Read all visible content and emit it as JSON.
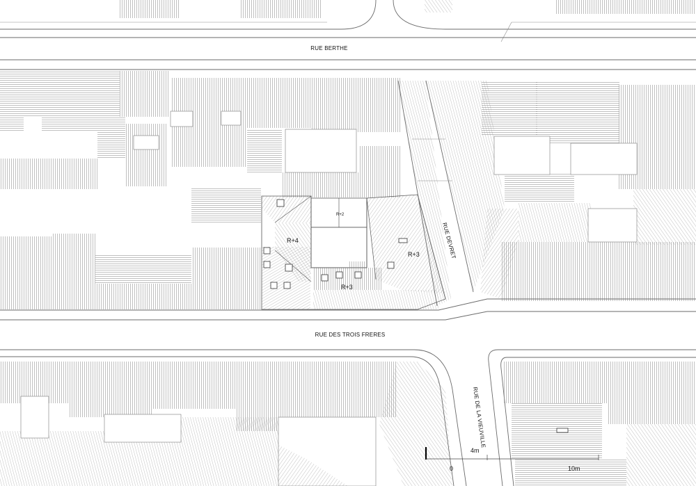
{
  "streets": {
    "rue_berthe": "RUE BERTHE",
    "rue_des_trois_freres": "RUE DES TROIS FRERES",
    "rue_devret": "RUE DEVRET",
    "rue_de_la_vieuville": "RUE DE LA VIEUVILLE"
  },
  "levels": {
    "r4": "R+4",
    "r3_bottom": "R+3",
    "r3_right": "R+3",
    "r2": "R+2"
  },
  "scale_bar": {
    "zero": "0",
    "four": "4m",
    "ten": "10m"
  },
  "colors": {
    "hatch": "#8c8c8c",
    "outline": "#6a6a6a",
    "text": "#111111"
  }
}
